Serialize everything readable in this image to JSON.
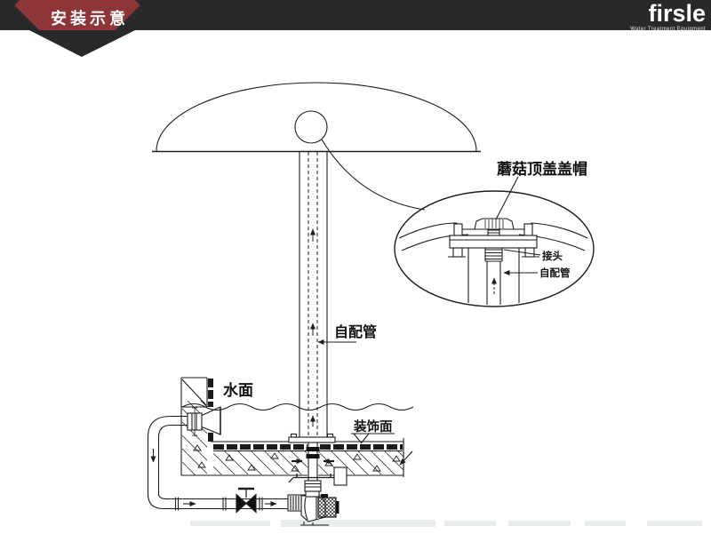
{
  "header": {
    "title": "安装示意",
    "bg_color": "#29292b",
    "accent_color": "#8e3538",
    "logo": {
      "brand": "firsle",
      "tagline": "Water Treatment Equipment"
    }
  },
  "colors": {
    "line": "#1c1c1c",
    "dark_fill": "#111111",
    "shadow": "#e9eced"
  },
  "diagram": {
    "labels": {
      "cap_detail": "蘑菇顶盖盖帽",
      "joint": "接头",
      "self_pipe_detail": "自配管",
      "self_pipe_main": "自配管",
      "water_surface": "水面",
      "deco_surface": "装饰面"
    }
  }
}
